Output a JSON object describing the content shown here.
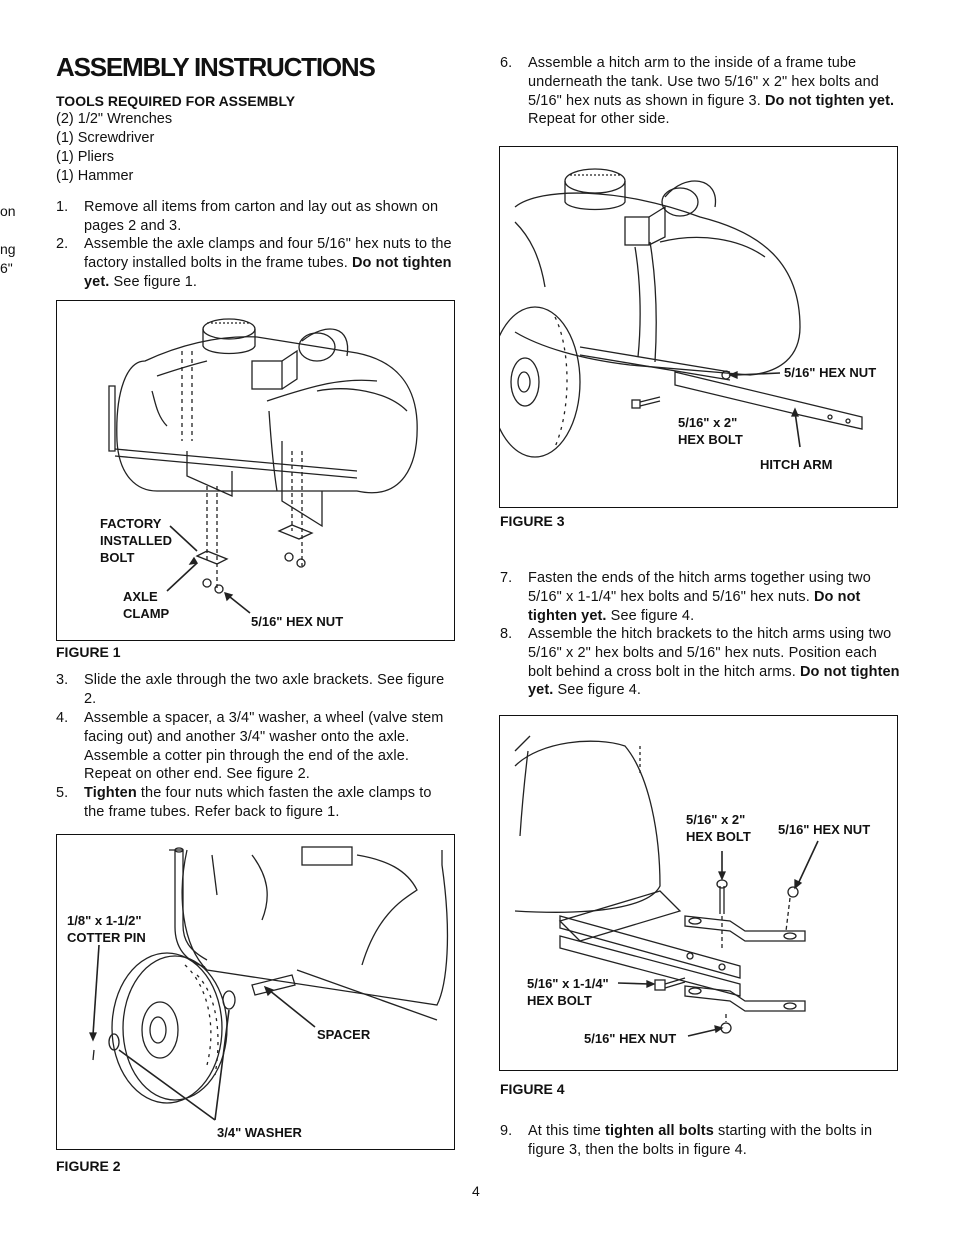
{
  "heading": "ASSEMBLY INSTRUCTIONS",
  "left_margin_fragments": [
    "on",
    "ng",
    "6\""
  ],
  "tools": {
    "title": "TOOLS REQUIRED FOR ASSEMBLY",
    "items": [
      "(2) 1/2\" Wrenches",
      "(1) Screwdriver",
      "(1) Pliers",
      "(1) Hammer"
    ]
  },
  "steps": {
    "s1": {
      "num": "1.",
      "text": "Remove all items from carton and lay out as shown on pages 2 and 3."
    },
    "s2": {
      "num": "2.",
      "pre": "Assemble the axle clamps and four 5/16\" hex nuts to the factory installed bolts in the frame tubes. ",
      "bold": "Do not tighten yet.",
      "post": " See figure 1."
    },
    "s3": {
      "num": "3.",
      "text": "Slide the axle through the two axle brackets. See figure 2."
    },
    "s4": {
      "num": "4.",
      "text": "Assemble a spacer, a 3/4\" washer, a wheel (valve stem facing out) and another 3/4\" washer onto the axle. Assemble a cotter pin through the end of the axle. Repeat on other end. See figure 2."
    },
    "s5": {
      "num": "5.",
      "bold": "Tighten",
      "post": " the four nuts which fasten the axle clamps to the frame tubes. Refer back to figure 1."
    },
    "s6": {
      "num": "6.",
      "pre": "Assemble a hitch arm to the inside of a frame tube underneath the tank. Use two 5/16\" x 2\" hex bolts and 5/16\" hex nuts as shown in figure 3. ",
      "bold": "Do not tighten yet.",
      "post": " Repeat for other side."
    },
    "s7": {
      "num": "7.",
      "pre": "Fasten the ends of the hitch arms together using two 5/16\" x 1-1/4\" hex bolts and 5/16\" hex nuts. ",
      "bold": "Do not tighten yet.",
      "post": " See figure 4."
    },
    "s8": {
      "num": "8.",
      "pre": "Assemble the hitch brackets to the hitch arms using two 5/16\" x 2\" hex bolts and 5/16\" hex nuts. Position each bolt behind a cross bolt in the hitch arms. ",
      "bold": "Do not tighten yet.",
      "post": " See figure 4."
    },
    "s9": {
      "num": "9.",
      "pre": "At this time ",
      "bold": "tighten all bolts",
      "post": " starting with the bolts in figure 3, then the bolts in figure 4."
    }
  },
  "figure1": {
    "caption": "FIGURE 1",
    "labels": {
      "factory_bolt": "FACTORY\nINSTALLED\nBOLT",
      "axle_clamp": "AXLE\nCLAMP",
      "hex_nut": "5/16\" HEX NUT"
    }
  },
  "figure2": {
    "caption": "FIGURE 2",
    "labels": {
      "cotter_pin": "1/8\" x 1-1/2\"\nCOTTER PIN",
      "spacer": "SPACER",
      "washer": "3/4\" WASHER"
    }
  },
  "figure3": {
    "caption": "FIGURE 3",
    "labels": {
      "hex_nut": "5/16\" HEX NUT",
      "hex_bolt": "5/16\" x 2\"\nHEX BOLT",
      "hitch_arm": "HITCH ARM"
    }
  },
  "figure4": {
    "caption": "FIGURE 4",
    "labels": {
      "hex_bolt_2": "5/16\" x 2\"\nHEX BOLT",
      "hex_nut_top": "5/16\" HEX NUT",
      "hex_bolt_114": "5/16\" x 1-1/4\"\nHEX BOLT",
      "hex_nut_bottom": "5/16\" HEX NUT"
    }
  },
  "page_number": "4"
}
